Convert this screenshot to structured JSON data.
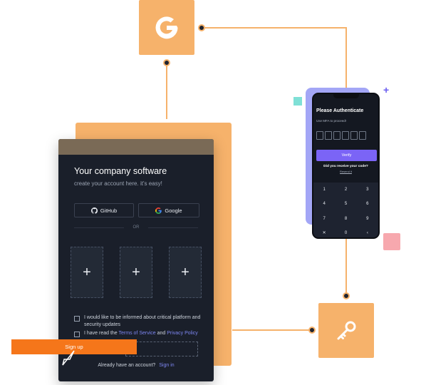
{
  "colors": {
    "accent_orange": "#f6b26b",
    "cta_orange": "#f5761a",
    "card_bg": "#1a1f2a",
    "verify_purple": "#7b64f6",
    "link": "#7d86f1"
  },
  "signup": {
    "title": "Your company software",
    "subtitle": "create your account here. it's easy!",
    "github_label": "GitHub",
    "google_label": "Google",
    "or_label": "OR",
    "upload_symbol": "+",
    "consent_updates": "I would like to be informed about critical platform and security updates",
    "terms_prefix": "I have read the ",
    "terms_link": "Terms of Service",
    "terms_and": " and ",
    "privacy_link": "Privacy Policy",
    "signup_button": "Sign up",
    "already_text": "Already have an account?",
    "signin_link": "Sign in"
  },
  "phone": {
    "title": "Please Authenticate",
    "mfa_text": "Use MFA to proceed!",
    "verify_button": "Verify",
    "receive_text": "Did you receive your code?",
    "resend_link": "Resend it",
    "keys": [
      "1",
      "2",
      "3",
      "4",
      "5",
      "6",
      "7",
      "8",
      "9",
      "✕",
      "0",
      "‹"
    ]
  },
  "icons": {
    "google_tile": "google-icon",
    "key_tile": "key-icon"
  }
}
